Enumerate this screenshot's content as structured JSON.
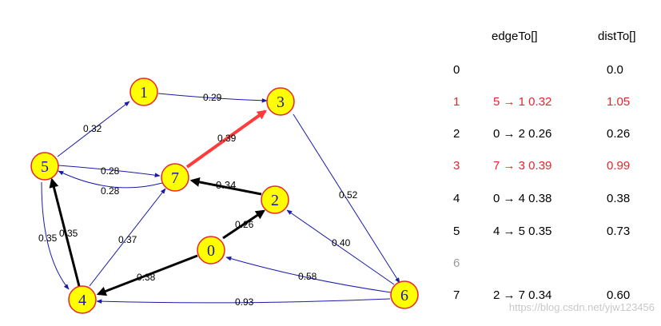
{
  "nodes": [
    {
      "id": "0",
      "label": "0"
    },
    {
      "id": "1",
      "label": "1"
    },
    {
      "id": "2",
      "label": "2"
    },
    {
      "id": "3",
      "label": "3"
    },
    {
      "id": "4",
      "label": "4"
    },
    {
      "id": "5",
      "label": "5"
    },
    {
      "id": "6",
      "label": "6"
    },
    {
      "id": "7",
      "label": "7"
    }
  ],
  "edges": [
    {
      "from": "1",
      "to": "3",
      "weight": "0.29",
      "style": "thin"
    },
    {
      "from": "5",
      "to": "1",
      "weight": "0.32",
      "style": "thin"
    },
    {
      "from": "7",
      "to": "3",
      "weight": "0.39",
      "style": "highlight"
    },
    {
      "from": "5",
      "to": "7",
      "weight": "0.28",
      "style": "thin"
    },
    {
      "from": "7",
      "to": "5",
      "weight": "0.28",
      "style": "thin"
    },
    {
      "from": "2",
      "to": "7",
      "weight": "0.34",
      "style": "bold"
    },
    {
      "from": "0",
      "to": "2",
      "weight": "0.26",
      "style": "bold"
    },
    {
      "from": "3",
      "to": "6",
      "weight": "0.52",
      "style": "thin"
    },
    {
      "from": "6",
      "to": "2",
      "weight": "0.40",
      "style": "thin"
    },
    {
      "from": "6",
      "to": "0",
      "weight": "0.58",
      "style": "thin"
    },
    {
      "from": "6",
      "to": "4",
      "weight": "0.93",
      "style": "thin"
    },
    {
      "from": "0",
      "to": "4",
      "weight": "0.38",
      "style": "bold"
    },
    {
      "from": "4",
      "to": "7",
      "weight": "0.37",
      "style": "thin"
    },
    {
      "from": "4",
      "to": "5",
      "weight": "0.35",
      "style": "bold"
    },
    {
      "from": "5",
      "to": "4",
      "weight": "0.35",
      "style": "thin"
    }
  ],
  "colors": {
    "node_fill": "#ffff00",
    "node_stroke": "#e8252a",
    "thin_edge": "#1a1aa8",
    "bold_edge": "#000000",
    "highlight_edge": "#ff3b3b",
    "updated_row": "#e8252a",
    "unreached_row": "#9a9a9a"
  },
  "table": {
    "headers": {
      "edge_to": "edgeTo[]",
      "dist_to": "distTo[]"
    },
    "rows": [
      {
        "index": "0",
        "edge_to": "",
        "dist_to": "0.0",
        "state": "normal"
      },
      {
        "index": "1",
        "edge_to": "5 → 1 0.32",
        "dist_to": "1.05",
        "state": "updated"
      },
      {
        "index": "2",
        "edge_to": "0 → 2 0.26",
        "dist_to": "0.26",
        "state": "normal"
      },
      {
        "index": "3",
        "edge_to": "7 → 3 0.39",
        "dist_to": "0.99",
        "state": "updated"
      },
      {
        "index": "4",
        "edge_to": "0 → 4 0.38",
        "dist_to": "0.38",
        "state": "normal"
      },
      {
        "index": "5",
        "edge_to": "4 → 5 0.35",
        "dist_to": "0.73",
        "state": "normal"
      },
      {
        "index": "6",
        "edge_to": "",
        "dist_to": "",
        "state": "unreached"
      },
      {
        "index": "7",
        "edge_to": "2 → 7 0.34",
        "dist_to": "0.60",
        "state": "normal"
      }
    ]
  },
  "watermark": "https://blog.csdn.net/yjw123456"
}
